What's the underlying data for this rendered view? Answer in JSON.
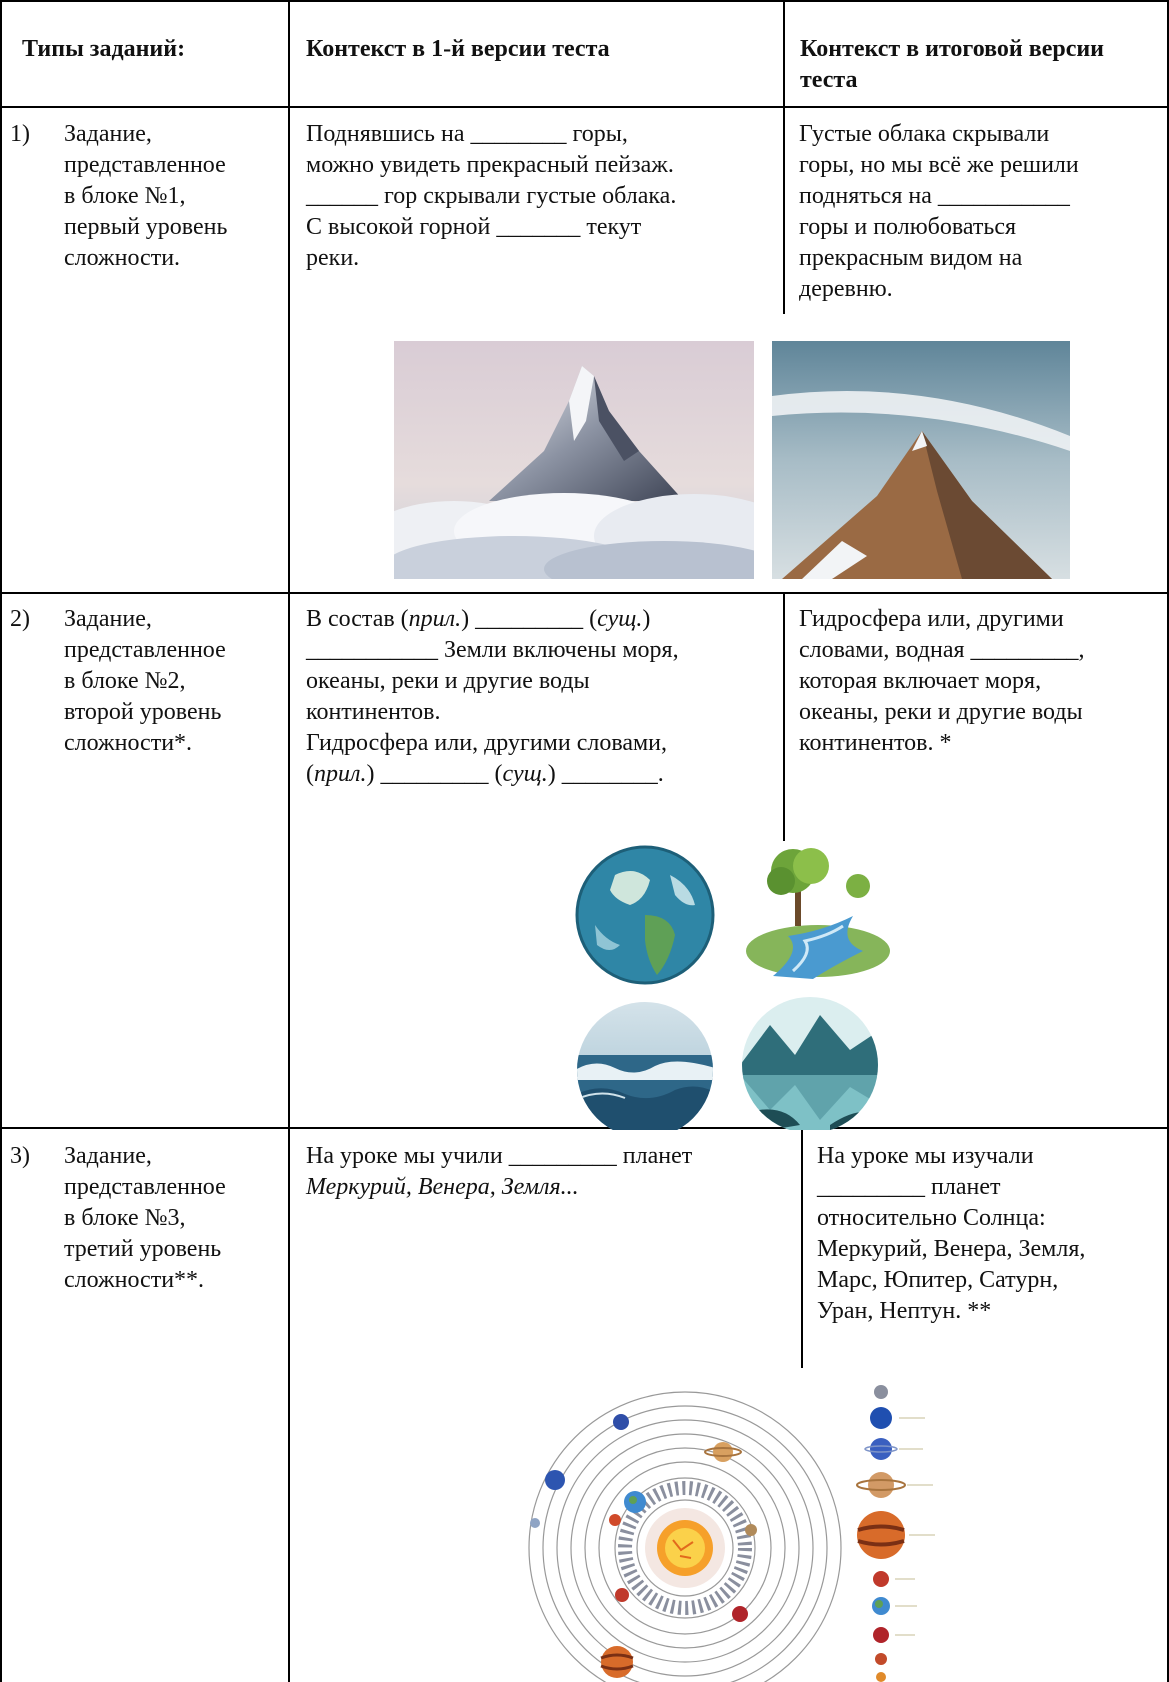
{
  "header": {
    "col1": "Типы заданий:",
    "col2": "Контекст в 1-й версии теста",
    "col3_lines": [
      "Контекст в итоговой версии",
      "теста"
    ]
  },
  "rows": [
    {
      "number": "1)",
      "type_lines": [
        "Задание,",
        "представленное",
        "в блоке №1,",
        "первый уровень",
        "сложности."
      ],
      "v1_lines": [
        "Поднявшись на ________ горы,",
        "можно увидеть прекрасный пейзаж.",
        "______ гор скрывали густые облака.",
        "С высокой горной _______ текут",
        "реки."
      ],
      "final_lines": [
        "Густые облака скрывали",
        "горы, но мы всё же решили",
        "подняться на ___________",
        "горы и полюбоваться",
        "прекрасным видом на",
        "деревню."
      ]
    },
    {
      "number": "2)",
      "type_lines": [
        "Задание,",
        "представленное",
        "в блоке №2,",
        "второй уровень",
        "сложности*."
      ],
      "v1_line1": {
        "a": "В состав (",
        "b": "прил.",
        "c": ") _________ (",
        "d": "сущ.",
        "e": ")"
      },
      "v1_lines": [
        "___________ Земли включены моря,",
        "океаны, реки и другие воды",
        "континентов.",
        "Гидросфера или, другими словами,"
      ],
      "v1_line6": {
        "a": "(",
        "b": "прил.",
        "c": ") _________ (",
        "d": "сущ.",
        "e": ") ________."
      },
      "final_lines": [
        "Гидросфера или, другими",
        "словами, водная _________,",
        "которая включает моря,",
        "океаны, реки и другие воды",
        "континентов. *"
      ]
    },
    {
      "number": "3)",
      "type_lines": [
        "Задание,",
        "представленное",
        "в блоке №3,",
        "третий уровень",
        "сложности**."
      ],
      "v1_line1": "На уроке мы учили _________ планет",
      "v1_line2": "Меркурий, Венера, Земля...",
      "final_lines": [
        "На уроке мы изучали",
        "_________ планет",
        "относительно Солнца:",
        "Меркурий, Венера, Земля,",
        "Марс, Юпитер, Сатурн,",
        "Уран, Нептун. **"
      ]
    }
  ],
  "images": {
    "row1": [
      "mountain-in-clouds",
      "mountain-peak"
    ],
    "row2": [
      "earth-globe",
      "river-landscape",
      "ocean-waves",
      "mountain-lake"
    ],
    "row3": [
      "solar-system",
      "planet-list"
    ]
  }
}
